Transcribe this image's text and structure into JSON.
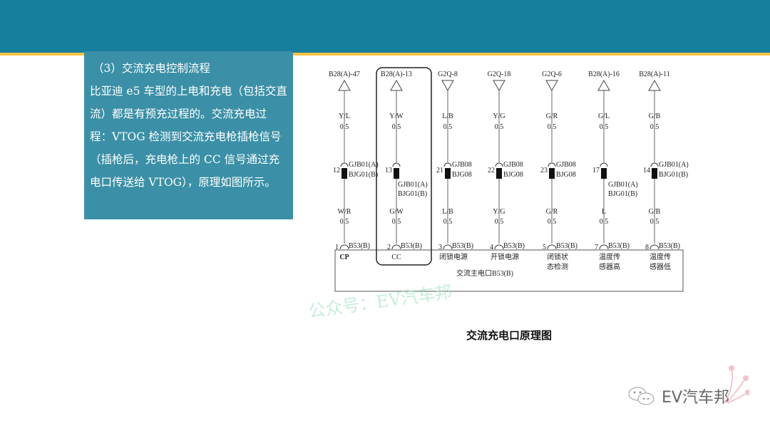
{
  "slide": {
    "heading": "（3）交流充电控制流程",
    "body": "比亚迪 e5 车型的上电和充电（包括交直流）都是有预充过程的。交流充电过程：VTOG 检测到交流充电枪插枪信号（插枪后，充电枪上的 CC 信号通过充电口传送给 VTOG），原理如图所示。",
    "caption": "交流充电口原理图",
    "brand": "EV汽车邦",
    "watermark": "公众号：EV汽车邦",
    "colors": {
      "header": "#177f9e",
      "accent": "#f6c445",
      "textbox": "#3b90a7"
    }
  },
  "diagram": {
    "connector_title": "交流主电口B53(B)",
    "columns": [
      {
        "top": "B28(A)-47",
        "dir": "up",
        "wire_top": "Y/L",
        "size_top": "0.5",
        "pin_mid": "12",
        "conn_a": "GJB01(A)",
        "conn_b": "BJG01(B)",
        "wire_bot": "W/R",
        "size_bot": "0.5",
        "pin": "1",
        "plug": "B53(B)",
        "func": [
          "CP"
        ]
      },
      {
        "top": "B28(A)-13",
        "dir": "up",
        "wire_top": "Y/W",
        "size_top": "0.5",
        "pin_mid": "13",
        "conn_a": "GJB01(A)",
        "conn_b": "BJG01(B)",
        "wire_bot": "G/W",
        "size_bot": "0.5",
        "pin": "2",
        "plug": "B53(B)",
        "func": [
          "CC"
        ]
      },
      {
        "top": "G2Q-8",
        "dir": "down",
        "wire_top": "L/B",
        "size_top": "0.5",
        "pin_mid": "21",
        "conn_a": "GJB08",
        "conn_b": "BJG08",
        "wire_bot": "L/B",
        "size_bot": "0.5",
        "pin": "3",
        "plug": "B53(B)",
        "func": [
          "闭锁电源"
        ]
      },
      {
        "top": "G2Q-18",
        "dir": "down",
        "wire_top": "Y/G",
        "size_top": "0.5",
        "pin_mid": "22",
        "conn_a": "GJB08",
        "conn_b": "BJG08",
        "wire_bot": "Y/G",
        "size_bot": "0.5",
        "pin": "4",
        "plug": "B53(B)",
        "func": [
          "开锁电源"
        ]
      },
      {
        "top": "G2Q-6",
        "dir": "down",
        "wire_top": "G/R",
        "size_top": "0.5",
        "pin_mid": "23",
        "conn_a": "GJB08",
        "conn_b": "BJG08",
        "wire_bot": "G/R",
        "size_bot": "0.5",
        "pin": "5",
        "plug": "B53(B)",
        "func": [
          "闭锁状",
          "态检测"
        ]
      },
      {
        "top": "B28(A)-16",
        "dir": "up",
        "wire_top": "G/L",
        "size_top": "0.5",
        "pin_mid": "17",
        "conn_a": "GJB01(A)",
        "conn_b": "BJG01(B)",
        "wire_bot": "L",
        "size_bot": "0.5",
        "pin": "7",
        "plug": "B53(B)",
        "func": [
          "温度传",
          "感器高"
        ]
      },
      {
        "top": "B28(A)-11",
        "dir": "up",
        "wire_top": "G/B",
        "size_top": "0.5",
        "pin_mid": "14",
        "conn_a": "GJB01(A)",
        "conn_b": "BJG01(B)",
        "wire_bot": "G/B",
        "size_bot": "0.5",
        "pin": "8",
        "plug": "B53(B)",
        "func": [
          "温度传",
          "感器低"
        ]
      }
    ]
  }
}
